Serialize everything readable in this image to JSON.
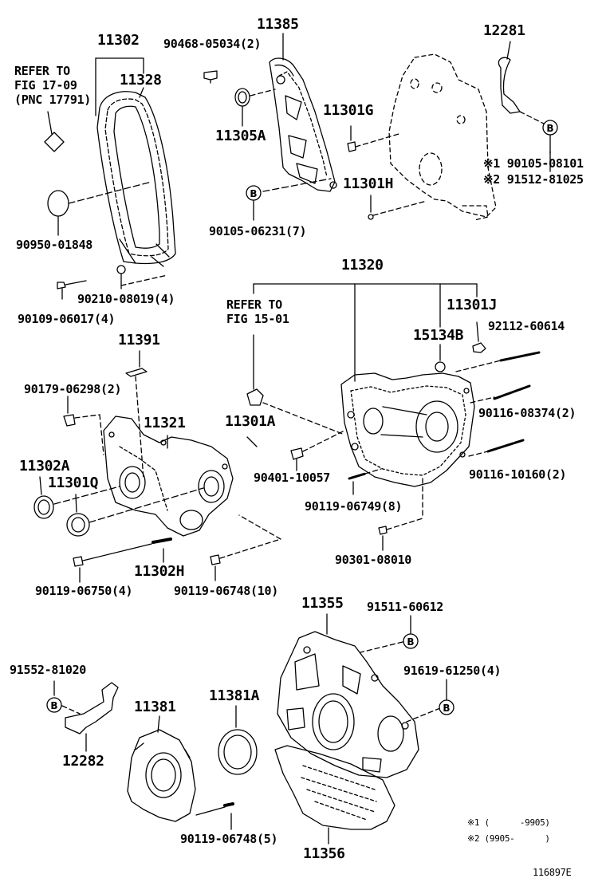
{
  "labels": {
    "p11302": "11302",
    "p11328": "11328",
    "refer_fig1709": "REFER TO\nFIG 17-09\n(PNC 17791)",
    "p90950": "90950-01848",
    "p90210": "90210-08019(4)",
    "p90109": "90109-06017(4)",
    "p11385": "11385",
    "p90468": "90468-05034(2)",
    "p11305A": "11305A",
    "p11301G": "11301G",
    "p11301H": "11301H",
    "p90105_06231": "90105-06231(7)",
    "p12281": "12281",
    "note1_part": "※1 90105-08101",
    "note2_part": "※2 91512-81025",
    "p11320": "11320",
    "refer_fig1501": "REFER TO\nFIG 15-01",
    "p11301J": "11301J",
    "p15134B": "15134B",
    "p92112": "92112-60614",
    "p90116_08374": "90116-08374(2)",
    "p90116_10160": "90116-10160(2)",
    "p11301A": "11301A",
    "p90401": "90401-10057",
    "p90119_06749": "90119-06749(8)",
    "p90301": "90301-08010",
    "p11391": "11391",
    "p90179": "90179-06298(2)",
    "p11321": "11321",
    "p11302A": "11302A",
    "p11301Q": "11301Q",
    "p11302H": "11302H",
    "p90119_06750": "90119-06750(4)",
    "p90119_06748_10": "90119-06748(10)",
    "p11355": "11355",
    "p91511": "91511-60612",
    "p91619": "91619-61250(4)",
    "p91552": "91552-81020",
    "p12282": "12282",
    "p11381": "11381",
    "p11381A": "11381A",
    "p90119_06748_5": "90119-06748(5)",
    "p11356": "11356",
    "footnote1": "※1 (      -9905)",
    "footnote2": "※2 (9905-      )",
    "fig_code": "116897E"
  },
  "ref_marker": "B"
}
